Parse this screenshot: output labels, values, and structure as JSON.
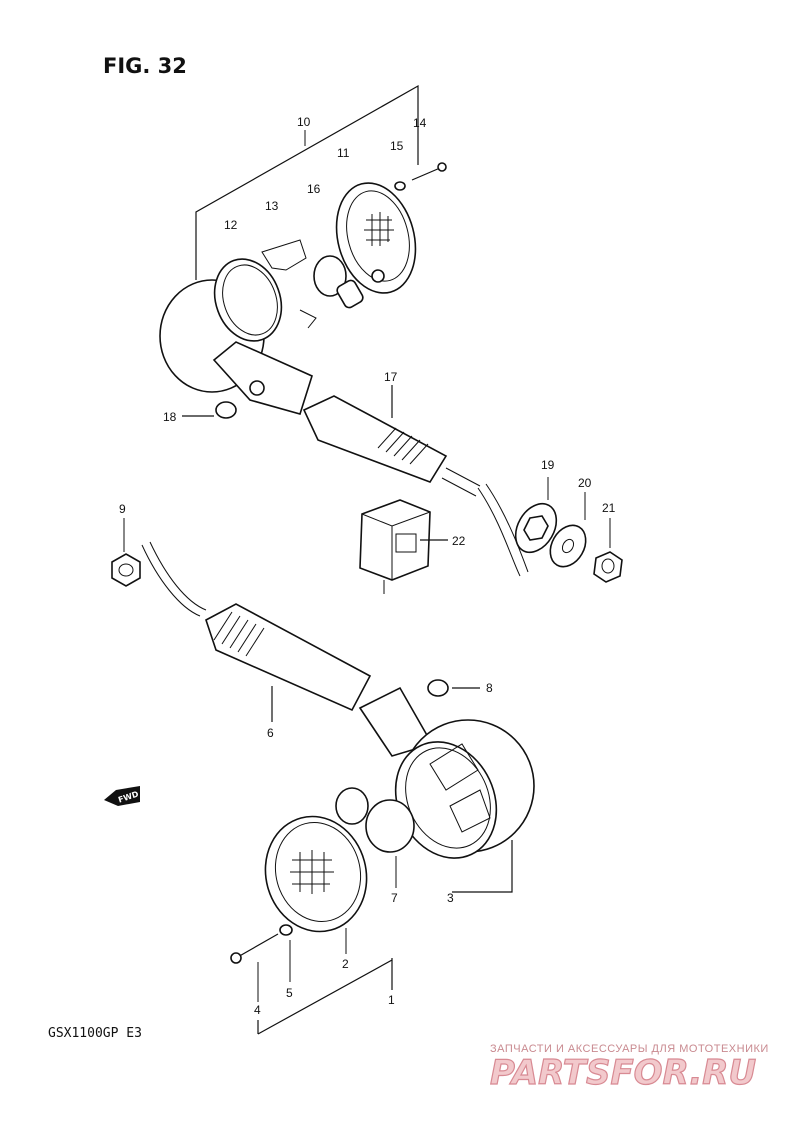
{
  "figure": {
    "title": "FIG. 32",
    "model": "GSX1100GP  E3",
    "fwd_label": "FWD"
  },
  "callouts": {
    "c1": "1",
    "c2": "2",
    "c3": "3",
    "c4": "4",
    "c5": "5",
    "c6": "6",
    "c7": "7",
    "c8": "8",
    "c9": "9",
    "c10": "10",
    "c11": "11",
    "c12": "12",
    "c13": "13",
    "c14": "14",
    "c15": "15",
    "c16": "16",
    "c17": "17",
    "c18": "18",
    "c19": "19",
    "c20": "20",
    "c21": "21",
    "c22": "22"
  },
  "watermark": {
    "tagline": "ЗАПЧАСТИ И АКСЕССУАРЫ ДЛЯ МОТОТЕХНИКИ",
    "logo": "PARTSFOR.RU"
  },
  "colors": {
    "ink": "#111111",
    "watermark_fill": "#f2c9cc",
    "watermark_stroke": "#d88a93"
  }
}
